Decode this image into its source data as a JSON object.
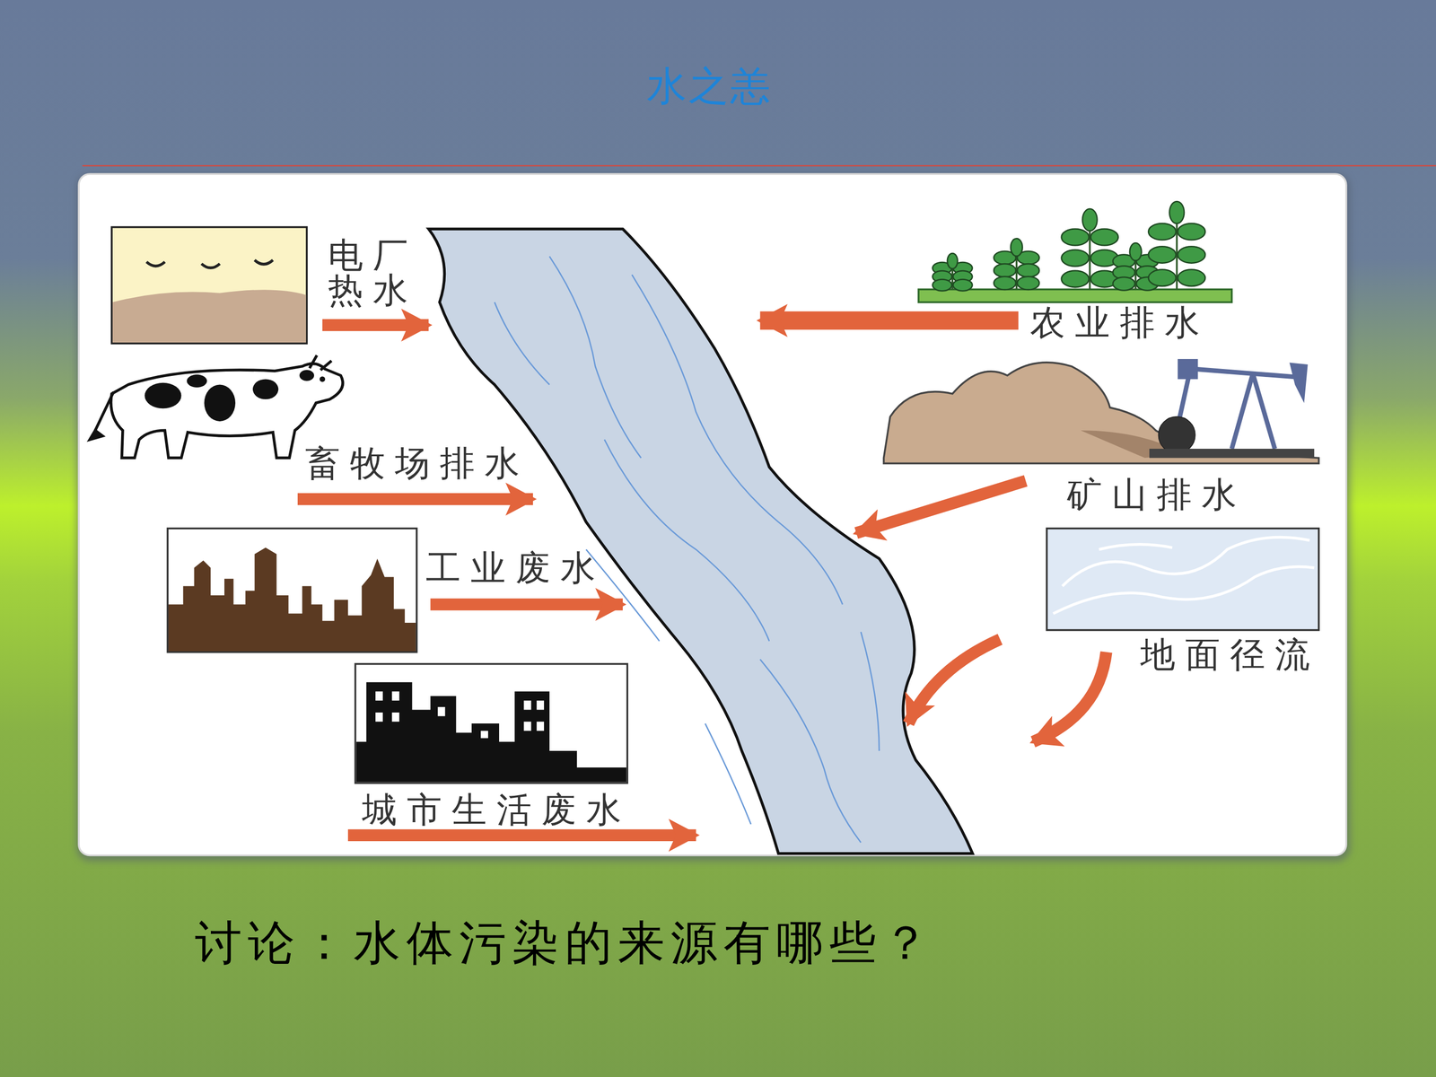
{
  "diagram": {
    "title": "水之恙",
    "caption": "讨论：水体污染的来源有哪些？",
    "labels": [
      "电厂 热水",
      "畜牧场排水",
      "工业废水",
      "城市生活废水",
      "农业排水",
      "矿山排水",
      "地面径流"
    ]
  }
}
